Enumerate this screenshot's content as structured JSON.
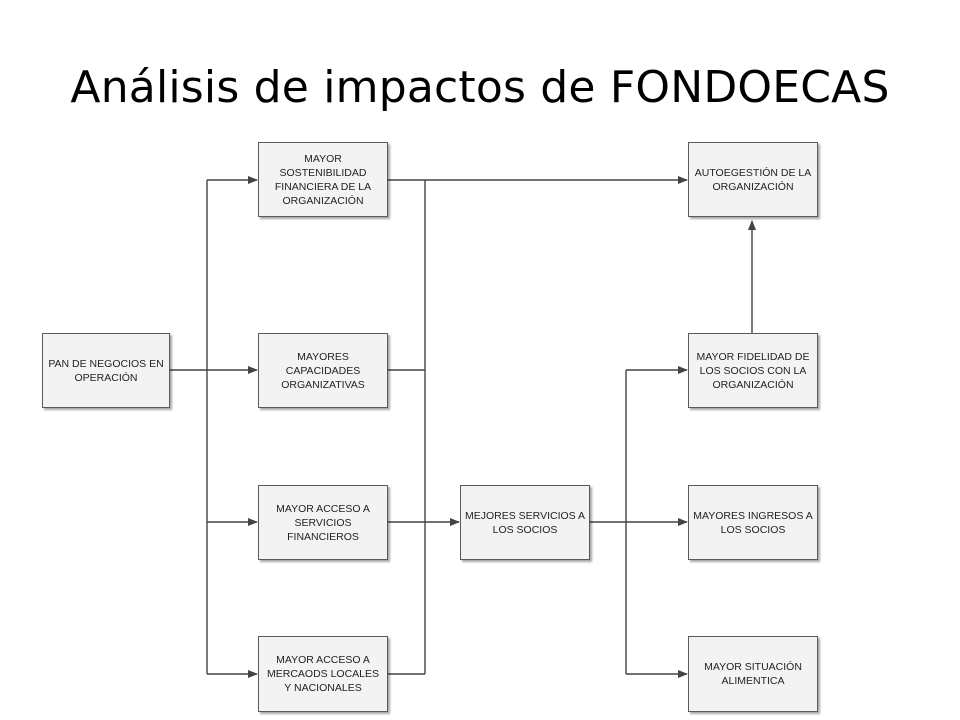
{
  "slide": {
    "title": "Análisis de impactos de FONDOECAS"
  },
  "diagram": {
    "line_color": "#444444",
    "box_fill": "#f3f3f3",
    "boxes": {
      "plan_negocios": "PAN DE NEGOCIOS EN OPERACIÓN",
      "sostenibilidad": "MAYOR SOSTENIBILIDAD FINANCIERA DE LA ORGANIZACIÓN",
      "capacidades": "MAYORES CAPACIDADES ORGANIZATIVAS",
      "acceso_financieros": "MAYOR ACCESO A SERVICIOS FINANCIEROS",
      "acceso_mercados": "MAYOR ACCESO A MERCAODS LOCALES Y NACIONALES",
      "mejores_servicios": "MEJORES SERVICIOS A LOS SOCIOS",
      "autogestion": "AUTOEGESTIÓN DE LA ORGANIZACIÓN",
      "fidelidad": "MAYOR FIDELIDAD DE LOS SOCIOS CON LA ORGANIZACIÓN",
      "ingresos": "MAYORES INGRESOS A LOS SOCIOS",
      "alimentaria": "MAYOR SITUACIÓN ALIMENTICA"
    }
  }
}
